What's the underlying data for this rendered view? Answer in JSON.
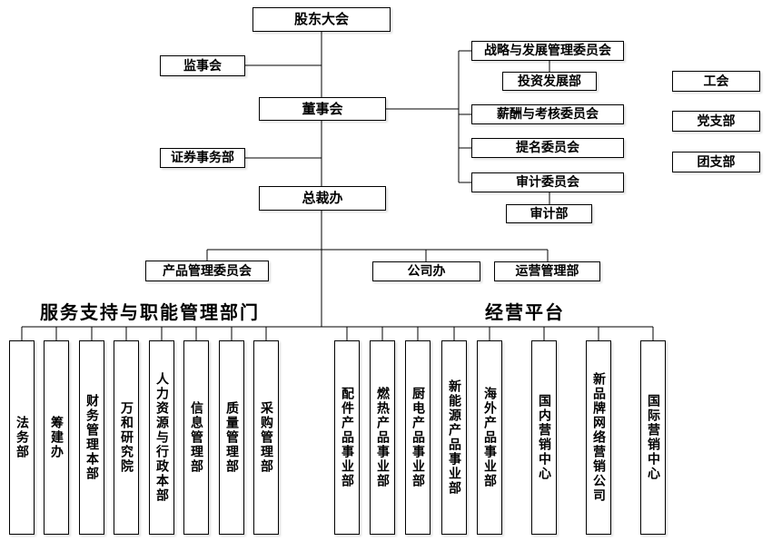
{
  "chart": {
    "shareholders": {
      "label": "股东大会"
    },
    "supervisors": {
      "label": "监事会"
    },
    "board": {
      "label": "董事会"
    },
    "committees": [
      {
        "label": "战略与发展管理委员会"
      },
      {
        "label": "薪酬与考核委员会"
      },
      {
        "label": "提名委员会"
      },
      {
        "label": "审计委员会"
      }
    ],
    "investment_dept": {
      "label": "投资发展部"
    },
    "audit_dept": {
      "label": "审计部"
    },
    "side_orgs": [
      {
        "label": "工会"
      },
      {
        "label": "党支部"
      },
      {
        "label": "团支部"
      }
    ],
    "securities_dept": {
      "label": "证券事务部"
    },
    "president_office": {
      "label": "总裁办"
    },
    "mid_level": [
      {
        "label": "产品管理委员会"
      },
      {
        "label": "公司办"
      },
      {
        "label": "运营管理部"
      }
    ],
    "section_headers": {
      "left": "服务支持与职能管理部门",
      "right": "经营平台"
    },
    "support_departments": [
      "法务部",
      "筹建办",
      "财务管理本部",
      "万和研究院",
      "人力资源与行政本部",
      "信息管理部",
      "质量管理部",
      "采购管理部"
    ],
    "business_units": [
      "配件产品事业部",
      "燃热产品事业部",
      "厨电产品事业部",
      "新能源产品事业部",
      "海外产品事业部",
      "国内营销中心",
      "新品牌网络营销公司",
      "国际营销中心"
    ]
  },
  "colors": {
    "line": "#000000",
    "box_border": "#000000",
    "box_fill": "#ffffff",
    "text": "#000000",
    "background": "#ffffff"
  }
}
